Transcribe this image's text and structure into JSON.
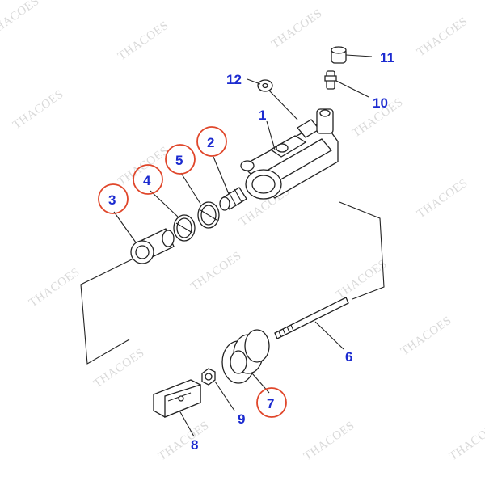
{
  "watermark": {
    "text": "THACOES"
  },
  "callouts": {
    "n1": "1",
    "n2": "2",
    "n3": "3",
    "n4": "4",
    "n5": "5",
    "n6": "6",
    "n7": "7",
    "n8": "8",
    "n9": "9",
    "n10": "10",
    "n11": "11",
    "n12": "12"
  },
  "colors": {
    "callout": "#1c2bd0",
    "highlight_ring": "#e0462a",
    "line": "#222222"
  }
}
